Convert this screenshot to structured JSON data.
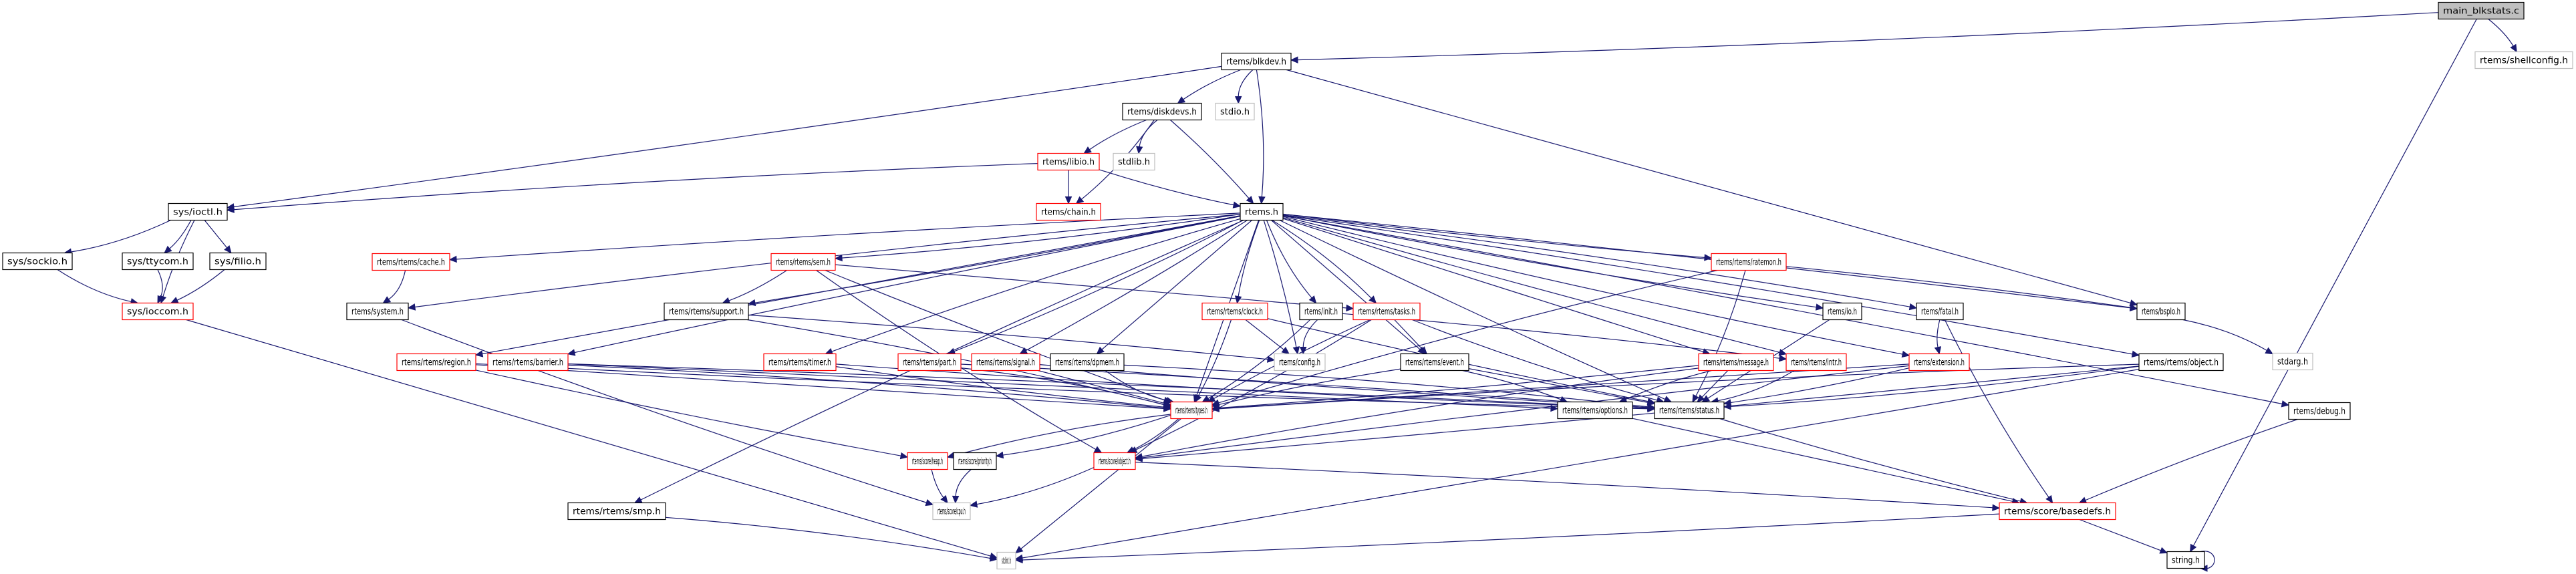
{
  "diagram": {
    "title": "main_blkstats.c",
    "type": "include-dependency-graph",
    "colors": {
      "edge": "#191970",
      "root_fill": "#bfbfbf",
      "documented_border": "#000000",
      "undocumented_border": "#ff0000",
      "external_border": "#bfbfbf"
    },
    "nodes": [
      {
        "id": "main_blkstats",
        "label": "main_blkstats.c",
        "kind": "root"
      },
      {
        "id": "shellconfig",
        "label": "rtems/shellconfig.h",
        "kind": "gray"
      },
      {
        "id": "blkdev",
        "label": "rtems/blkdev.h",
        "kind": "black"
      },
      {
        "id": "diskdevs",
        "label": "rtems/diskdevs.h",
        "kind": "black"
      },
      {
        "id": "stdio",
        "label": "stdio.h",
        "kind": "gray"
      },
      {
        "id": "libio",
        "label": "rtems/libio.h",
        "kind": "red"
      },
      {
        "id": "stdlib",
        "label": "stdlib.h",
        "kind": "gray"
      },
      {
        "id": "chain",
        "label": "rtems/chain.h",
        "kind": "red"
      },
      {
        "id": "rtems",
        "label": "rtems.h",
        "kind": "black"
      },
      {
        "id": "ioctl",
        "label": "sys/ioctl.h",
        "kind": "black"
      },
      {
        "id": "sockio",
        "label": "sys/sockio.h",
        "kind": "black"
      },
      {
        "id": "ttycom",
        "label": "sys/ttycom.h",
        "kind": "black"
      },
      {
        "id": "filio",
        "label": "sys/filio.h",
        "kind": "black"
      },
      {
        "id": "ioccom",
        "label": "sys/ioccom.h",
        "kind": "red"
      },
      {
        "id": "cache",
        "label": "rtems/rtems/cache.h",
        "kind": "red"
      },
      {
        "id": "system",
        "label": "rtems/system.h",
        "kind": "black"
      },
      {
        "id": "sem",
        "label": "rtems/rtems/sem.h",
        "kind": "red"
      },
      {
        "id": "support",
        "label": "rtems/rtems/support.h",
        "kind": "black"
      },
      {
        "id": "region",
        "label": "rtems/rtems/region.h",
        "kind": "red"
      },
      {
        "id": "barrier",
        "label": "rtems/rtems/barrier.h",
        "kind": "red"
      },
      {
        "id": "timer",
        "label": "rtems/rtems/timer.h",
        "kind": "red"
      },
      {
        "id": "part",
        "label": "rtems/rtems/part.h",
        "kind": "red"
      },
      {
        "id": "signal",
        "label": "rtems/rtems/signal.h",
        "kind": "red"
      },
      {
        "id": "dpmem",
        "label": "rtems/rtems/dpmem.h",
        "kind": "black"
      },
      {
        "id": "clock",
        "label": "rtems/rtems/clock.h",
        "kind": "red"
      },
      {
        "id": "init",
        "label": "rtems/init.h",
        "kind": "black"
      },
      {
        "id": "tasks",
        "label": "rtems/rtems/tasks.h",
        "kind": "red"
      },
      {
        "id": "config",
        "label": "rtems/config.h",
        "kind": "gray"
      },
      {
        "id": "event",
        "label": "rtems/rtems/event.h",
        "kind": "black"
      },
      {
        "id": "ratemon",
        "label": "rtems/rtems/ratemon.h",
        "kind": "red"
      },
      {
        "id": "io",
        "label": "rtems/io.h",
        "kind": "black"
      },
      {
        "id": "fatal",
        "label": "rtems/fatal.h",
        "kind": "black"
      },
      {
        "id": "bsplo",
        "label": "rtems/bspIo.h",
        "kind": "black"
      },
      {
        "id": "message",
        "label": "rtems/rtems/message.h",
        "kind": "red"
      },
      {
        "id": "intr",
        "label": "rtems/rtems/intr.h",
        "kind": "red"
      },
      {
        "id": "extension",
        "label": "rtems/extension.h",
        "kind": "red"
      },
      {
        "id": "object_r",
        "label": "rtems/rtems/object.h",
        "kind": "black"
      },
      {
        "id": "stdarg",
        "label": "stdarg.h",
        "kind": "gray"
      },
      {
        "id": "debug",
        "label": "rtems/debug.h",
        "kind": "black"
      },
      {
        "id": "types",
        "label": "rtems/rtems/types.h",
        "kind": "red"
      },
      {
        "id": "options",
        "label": "rtems/rtems/options.h",
        "kind": "black"
      },
      {
        "id": "status",
        "label": "rtems/rtems/status.h",
        "kind": "black"
      },
      {
        "id": "heap",
        "label": "rtems/score/heap.h",
        "kind": "red"
      },
      {
        "id": "priority",
        "label": "rtems/score/priority.h",
        "kind": "black"
      },
      {
        "id": "object_s",
        "label": "rtems/score/object.h",
        "kind": "red"
      },
      {
        "id": "cpu",
        "label": "rtems/score/cpu.h",
        "kind": "gray"
      },
      {
        "id": "smp",
        "label": "rtems/rtems/smp.h",
        "kind": "black"
      },
      {
        "id": "basedefs",
        "label": "rtems/score/basedefs.h",
        "kind": "red"
      },
      {
        "id": "stdint",
        "label": "stdint.h",
        "kind": "gray"
      },
      {
        "id": "string",
        "label": "string.h",
        "kind": "black"
      }
    ],
    "edges": [
      [
        "main_blkstats",
        "blkdev"
      ],
      [
        "main_blkstats",
        "shellconfig"
      ],
      [
        "main_blkstats",
        "string"
      ],
      [
        "blkdev",
        "diskdevs"
      ],
      [
        "blkdev",
        "stdio"
      ],
      [
        "blkdev",
        "rtems"
      ],
      [
        "blkdev",
        "ioctl"
      ],
      [
        "blkdev",
        "bsplo"
      ],
      [
        "diskdevs",
        "libio"
      ],
      [
        "diskdevs",
        "stdlib"
      ],
      [
        "diskdevs",
        "chain"
      ],
      [
        "diskdevs",
        "rtems"
      ],
      [
        "libio",
        "chain"
      ],
      [
        "libio",
        "rtems"
      ],
      [
        "libio",
        "ioctl"
      ],
      [
        "ioctl",
        "sockio"
      ],
      [
        "ioctl",
        "ttycom"
      ],
      [
        "ioctl",
        "filio"
      ],
      [
        "ioctl",
        "ioccom"
      ],
      [
        "sockio",
        "ioccom"
      ],
      [
        "ttycom",
        "ioccom"
      ],
      [
        "filio",
        "ioccom"
      ],
      [
        "ioccom",
        "stdint"
      ],
      [
        "rtems",
        "cache"
      ],
      [
        "rtems",
        "system"
      ],
      [
        "rtems",
        "sem"
      ],
      [
        "rtems",
        "support"
      ],
      [
        "rtems",
        "region"
      ],
      [
        "rtems",
        "barrier"
      ],
      [
        "rtems",
        "timer"
      ],
      [
        "rtems",
        "part"
      ],
      [
        "rtems",
        "signal"
      ],
      [
        "rtems",
        "dpmem"
      ],
      [
        "rtems",
        "clock"
      ],
      [
        "rtems",
        "init"
      ],
      [
        "rtems",
        "tasks"
      ],
      [
        "rtems",
        "config"
      ],
      [
        "rtems",
        "event"
      ],
      [
        "rtems",
        "ratemon"
      ],
      [
        "rtems",
        "io"
      ],
      [
        "rtems",
        "fatal"
      ],
      [
        "rtems",
        "bsplo"
      ],
      [
        "rtems",
        "message"
      ],
      [
        "rtems",
        "intr"
      ],
      [
        "rtems",
        "extension"
      ],
      [
        "rtems",
        "object_r"
      ],
      [
        "rtems",
        "debug"
      ],
      [
        "rtems",
        "types"
      ],
      [
        "rtems",
        "status"
      ],
      [
        "rtems",
        "smp"
      ],
      [
        "cache",
        "system"
      ],
      [
        "sem",
        "support"
      ],
      [
        "sem",
        "tasks"
      ],
      [
        "sem",
        "types"
      ],
      [
        "sem",
        "object_s"
      ],
      [
        "support",
        "types"
      ],
      [
        "support",
        "config"
      ],
      [
        "region",
        "types"
      ],
      [
        "region",
        "heap"
      ],
      [
        "region",
        "status"
      ],
      [
        "barrier",
        "types"
      ],
      [
        "barrier",
        "status"
      ],
      [
        "barrier",
        "options"
      ],
      [
        "timer",
        "types"
      ],
      [
        "timer",
        "status"
      ],
      [
        "part",
        "types"
      ],
      [
        "part",
        "status"
      ],
      [
        "signal",
        "types"
      ],
      [
        "signal",
        "status"
      ],
      [
        "dpmem",
        "types"
      ],
      [
        "dpmem",
        "status"
      ],
      [
        "clock",
        "types"
      ],
      [
        "clock",
        "config"
      ],
      [
        "clock",
        "status"
      ],
      [
        "init",
        "config"
      ],
      [
        "init",
        "types"
      ],
      [
        "init",
        "intr"
      ],
      [
        "tasks",
        "event"
      ],
      [
        "tasks",
        "types"
      ],
      [
        "tasks",
        "status"
      ],
      [
        "tasks",
        "object_s"
      ],
      [
        "event",
        "options"
      ],
      [
        "event",
        "status"
      ],
      [
        "event",
        "types"
      ],
      [
        "ratemon",
        "types"
      ],
      [
        "ratemon",
        "status"
      ],
      [
        "ratemon",
        "bsplo"
      ],
      [
        "io",
        "status"
      ],
      [
        "fatal",
        "extension"
      ],
      [
        "fatal",
        "basedefs"
      ],
      [
        "bsplo",
        "stdarg"
      ],
      [
        "message",
        "types"
      ],
      [
        "message",
        "status"
      ],
      [
        "message",
        "options"
      ],
      [
        "message",
        "object_s"
      ],
      [
        "intr",
        "status"
      ],
      [
        "extension",
        "status"
      ],
      [
        "extension",
        "types"
      ],
      [
        "extension",
        "object_s"
      ],
      [
        "object_r",
        "types"
      ],
      [
        "object_r",
        "status"
      ],
      [
        "object_r",
        "object_s"
      ],
      [
        "object_r",
        "stdint"
      ],
      [
        "debug",
        "basedefs"
      ],
      [
        "types",
        "heap"
      ],
      [
        "types",
        "priority"
      ],
      [
        "types",
        "object_s"
      ],
      [
        "types",
        "stdint"
      ],
      [
        "heap",
        "cpu"
      ],
      [
        "priority",
        "cpu"
      ],
      [
        "object_s",
        "cpu"
      ],
      [
        "object_s",
        "basedefs"
      ],
      [
        "options",
        "basedefs"
      ],
      [
        "status",
        "basedefs"
      ],
      [
        "system",
        "cpu"
      ],
      [
        "smp",
        "stdint"
      ],
      [
        "basedefs",
        "stdint"
      ],
      [
        "basedefs",
        "string"
      ],
      [
        "string",
        "string"
      ]
    ]
  }
}
